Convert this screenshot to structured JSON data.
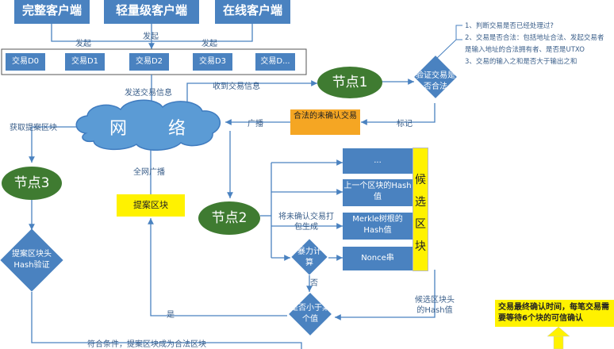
{
  "clients": [
    "完整客户端",
    "轻量级客户端",
    "在线客户端"
  ],
  "launch_labels": [
    "发起",
    "发起",
    "发起"
  ],
  "transactions": [
    "交易D0",
    "交易D1",
    "交易D2",
    "交易D3",
    "交易D..."
  ],
  "network": {
    "left": "网",
    "right": "络"
  },
  "nodes": {
    "node1": "节点1",
    "node2": "节点2",
    "node3": "节点3"
  },
  "edge_labels": {
    "send_tx": "发送交易信息",
    "recv_tx": "收到交易信息",
    "broadcast": "广播",
    "mark": "标记",
    "fetch_block": "获取提案区块",
    "net_broadcast": "全网广播",
    "pack": "将未确认交易打包生成",
    "no": "否",
    "yes": "是",
    "candidate_hash": "候选区块头的Hash值",
    "valid_block": "符合条件，提案区块成为合法区块"
  },
  "verify_diamond": "验证交易是否合法",
  "legal_box": "合法的未确认交易",
  "proposal_block": "提案区块",
  "hash_verify_diamond": "提案区块头Hash验证",
  "pow_diamond": "暴力计算",
  "less_diamond": "是否小于某个值",
  "candidate_fields": [
    "...",
    "上一个区块的Hash值",
    "Merkle树根的Hash值",
    "Nonce串"
  ],
  "candidate_block": "候选区块",
  "notes": [
    "1、判断交易是否已经处理过?",
    "2、交易是否合法：包括地址合法、发起交易者",
    "是输入地址的合法拥有者、是否是UTXO",
    "3、交易的输入之和是否大于输出之和"
  ],
  "final_note": "交易最终确认时间，每笔交易需要等待6个块的可信确认",
  "colors": {
    "blue": "#4a82c0",
    "green": "#3f7b31",
    "orange": "#f5a623",
    "yellow": "#fff200",
    "line": "#4a82c0"
  }
}
